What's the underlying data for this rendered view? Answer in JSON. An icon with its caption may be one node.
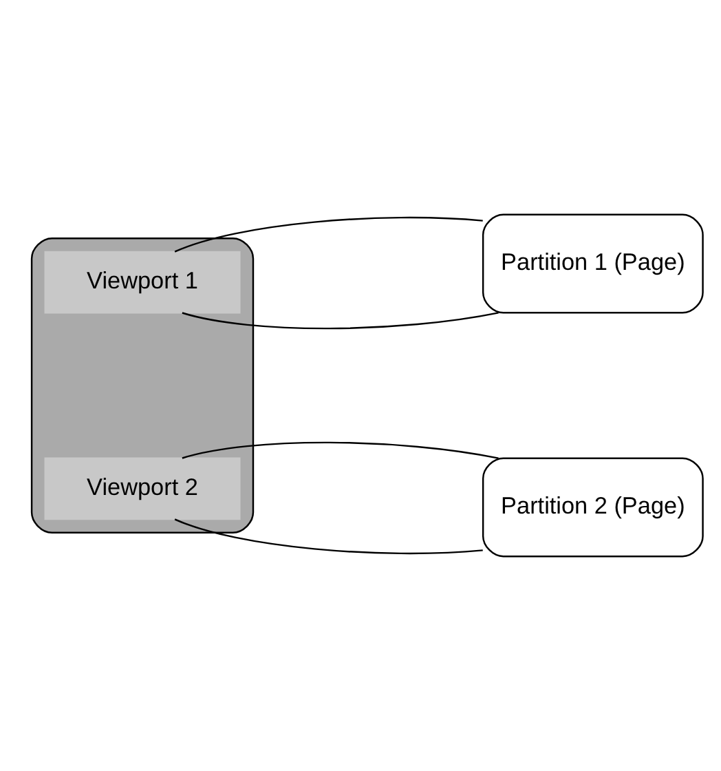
{
  "diagram": {
    "nodes": [
      {
        "text": [],
        "shape": "box"
      },
      {
        "text": [
          "Viewport 1"
        ],
        "in": 0
      },
      {
        "text": [
          "Viewport 2"
        ],
        "in": 0
      },
      {
        "text": [
          "Partition 1 (Page)"
        ]
      },
      {
        "text": [
          "Partition 2 (Page)"
        ]
      }
    ],
    "edges": [
      {
        "from": 1,
        "to": 3,
        "arrow": "none"
      },
      {
        "from": 1,
        "to": 3,
        "arrow": "none"
      },
      {
        "from": 2,
        "to": 4,
        "arrow": "none"
      },
      {
        "from": 2,
        "to": 4,
        "arrow": "none"
      }
    ]
  }
}
